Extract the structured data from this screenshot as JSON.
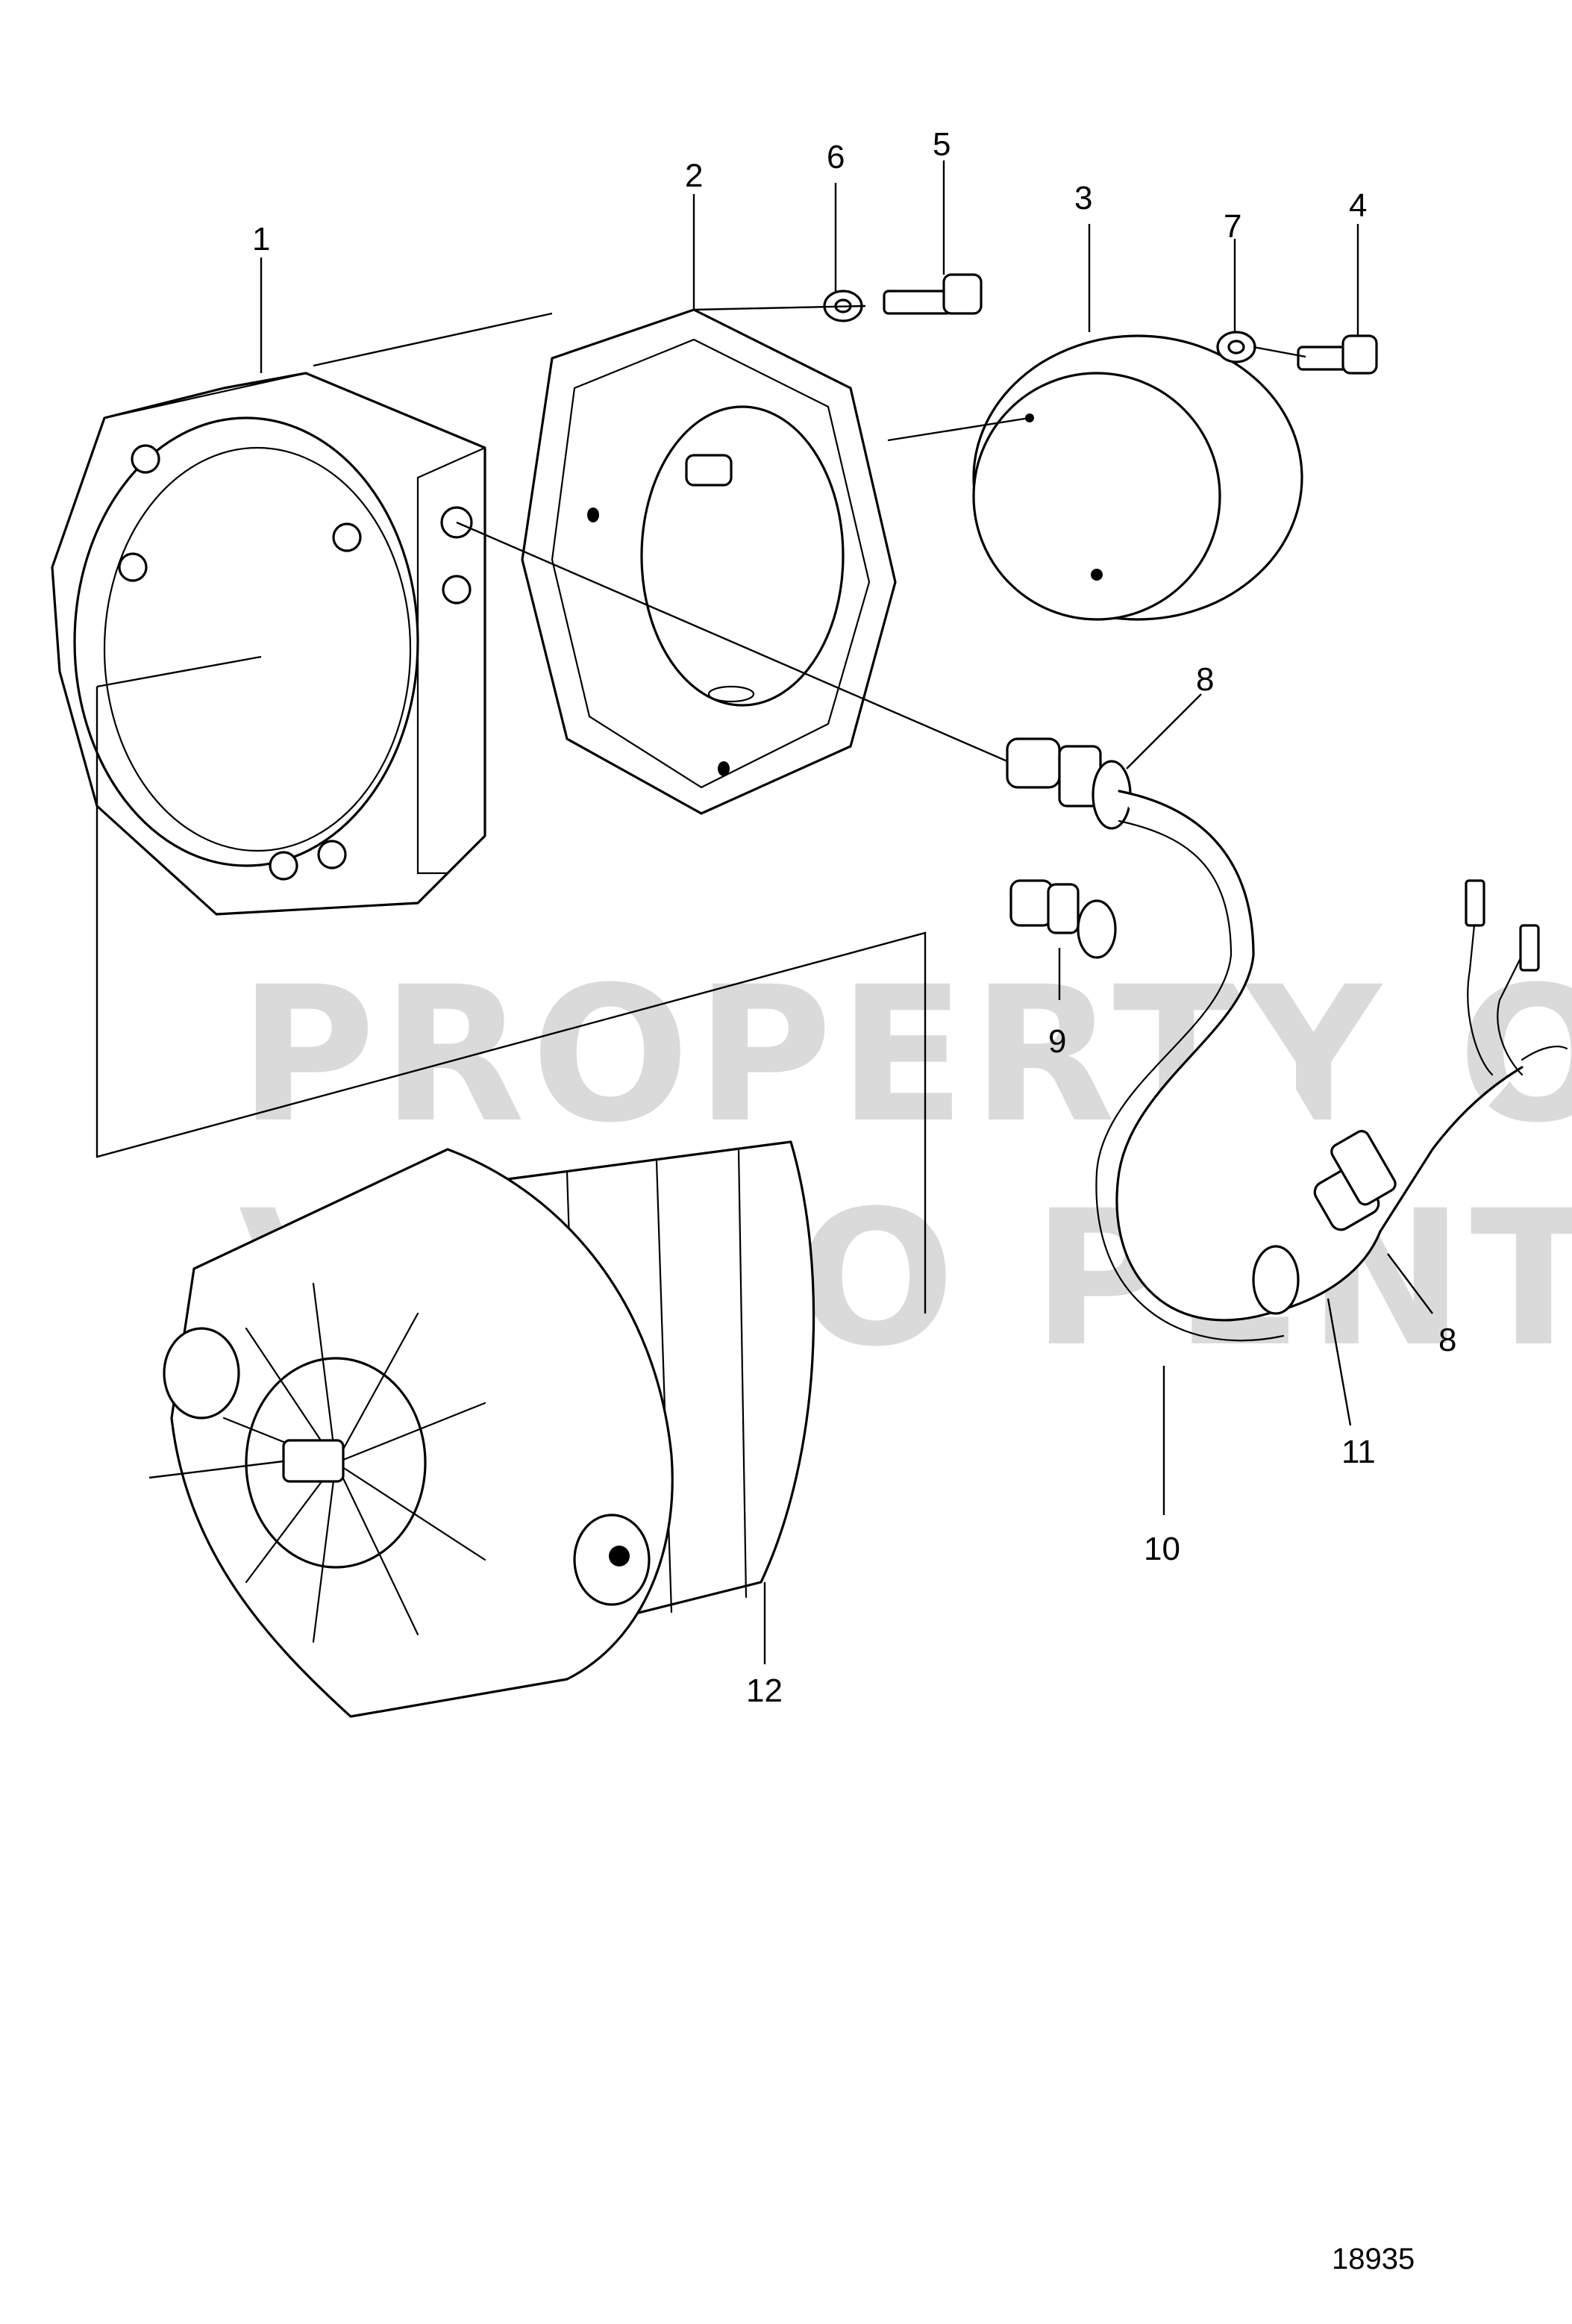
{
  "figure_number": "18935",
  "watermark": {
    "line1": "PROPERTY OF",
    "line2": "VOLVO PENTA"
  },
  "callouts": {
    "c1": "1",
    "c2": "2",
    "c3": "3",
    "c4": "4",
    "c5": "5",
    "c6": "6",
    "c7": "7",
    "c8a": "8",
    "c8b": "8",
    "c9": "9",
    "c10": "10",
    "c11": "11",
    "c12": "12"
  }
}
